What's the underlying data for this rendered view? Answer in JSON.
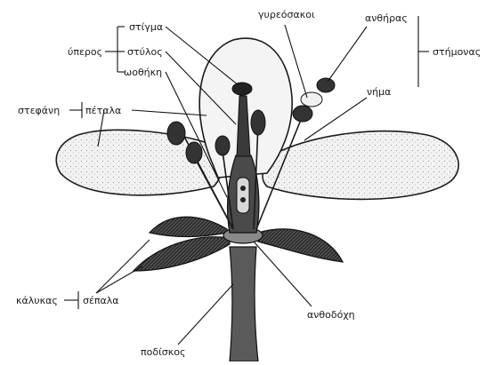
{
  "labels": {
    "stigma": "στίγμα",
    "stylos": "στύλος",
    "othiki": "ωοθήκη",
    "yperos": "ύπερος",
    "stefani": "στεφάνη",
    "petala": "πέταλα",
    "gyreosakoi": "γυρεόσακοι",
    "anthiras": "ανθήρας",
    "stimonas": "στήμονας",
    "nima": "νήμα",
    "kalykas": "κάλυκας",
    "sepala": "σέπαλα",
    "anthodochi": "ανθοδόχη",
    "podiskos": "ποδίσκος"
  },
  "colors": {
    "ink": "#111111",
    "petal_fill": "#e9e9e9",
    "leaf_fill": "#3a3a3a",
    "stem_fill": "#6a6a6a"
  }
}
